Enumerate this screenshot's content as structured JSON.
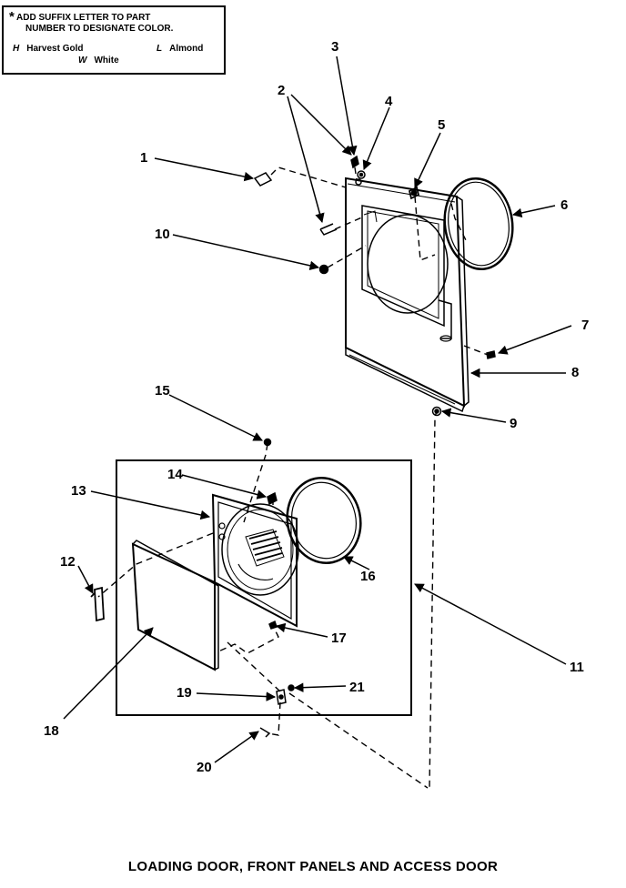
{
  "note": {
    "marker": "*",
    "line1": "ADD SUFFIX LETTER TO PART",
    "line2": "NUMBER TO DESIGNATE COLOR.",
    "colors": [
      {
        "code": "H",
        "name": "Harvest Gold"
      },
      {
        "code": "L",
        "name": "Almond"
      },
      {
        "code": "W",
        "name": "White"
      }
    ]
  },
  "labels": [
    "1",
    "2",
    "3",
    "4",
    "5",
    "6",
    "7",
    "8",
    "9",
    "10",
    "11",
    "12",
    "13",
    "14",
    "15",
    "16",
    "17",
    "18",
    "19",
    "20",
    "21"
  ],
  "title": "LOADING DOOR, FRONT PANELS AND ACCESS DOOR"
}
